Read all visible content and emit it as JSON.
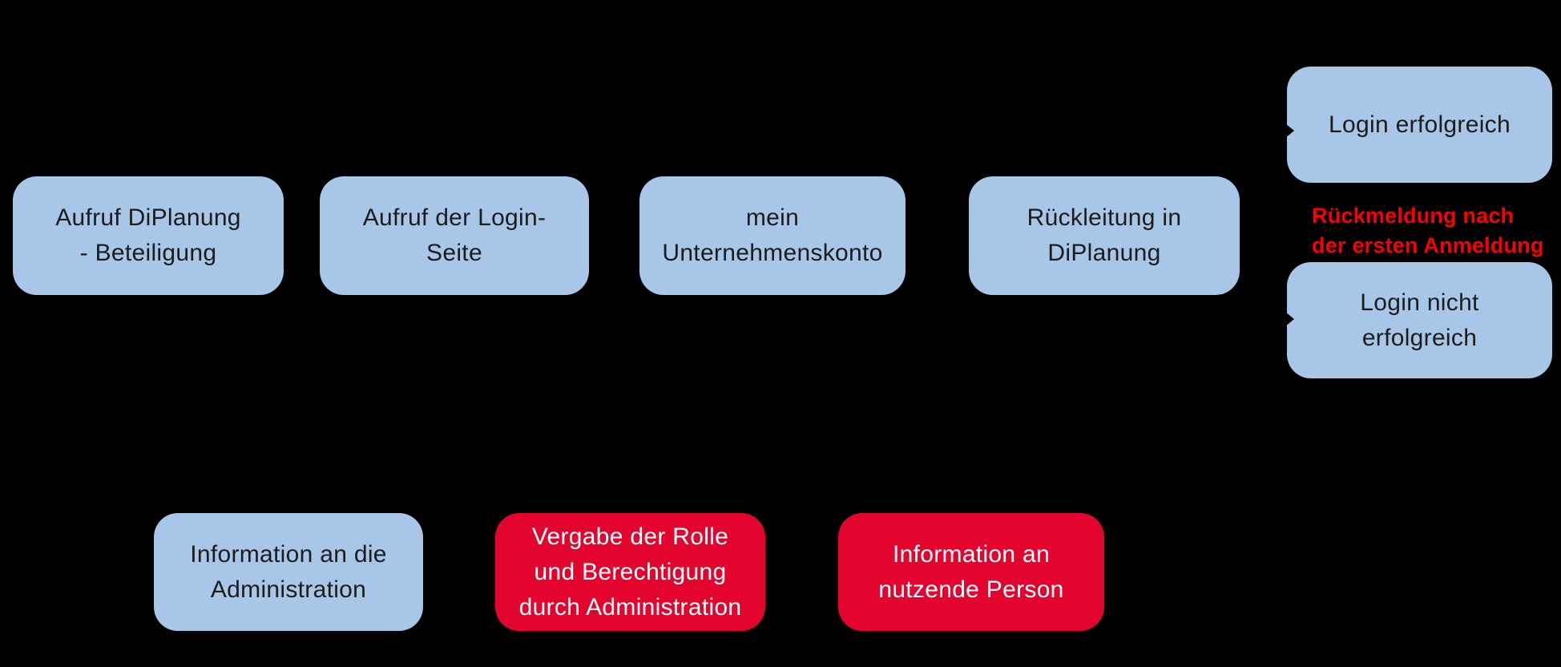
{
  "colors": {
    "background": "#000000",
    "node_blue": "#a8c6e7",
    "node_red": "#e3052e",
    "label_red": "#fb0000",
    "text_dark": "#1c1c1c",
    "text_light": "#ffffff"
  },
  "nodes": {
    "aufruf_diplanung": {
      "line1": "Aufruf DiPlanung",
      "line2": "- Beteiligung"
    },
    "aufruf_login": {
      "line1": "Aufruf der Login-",
      "line2": "Seite"
    },
    "unternehmenskonto": {
      "line1": "mein",
      "line2": "Unternehmenskonto"
    },
    "rueckleitung": {
      "line1": "Rückleitung in",
      "line2": "DiPlanung"
    },
    "login_erfolgreich": {
      "line1": "Login erfolgreich"
    },
    "login_nicht_erfolgreich": {
      "line1": "Login nicht",
      "line2": "erfolgreich"
    },
    "info_administration": {
      "line1": "Information an die",
      "line2": "Administration"
    },
    "vergabe_rolle": {
      "line1": "Vergabe der Rolle",
      "line2": "und Berechtigung",
      "line3": "durch Administration"
    },
    "info_person": {
      "line1": "Information an",
      "line2": "nutzende Person"
    }
  },
  "annotation": {
    "line1": "Rückmeldung nach",
    "line2": "der ersten Anmeldung"
  }
}
